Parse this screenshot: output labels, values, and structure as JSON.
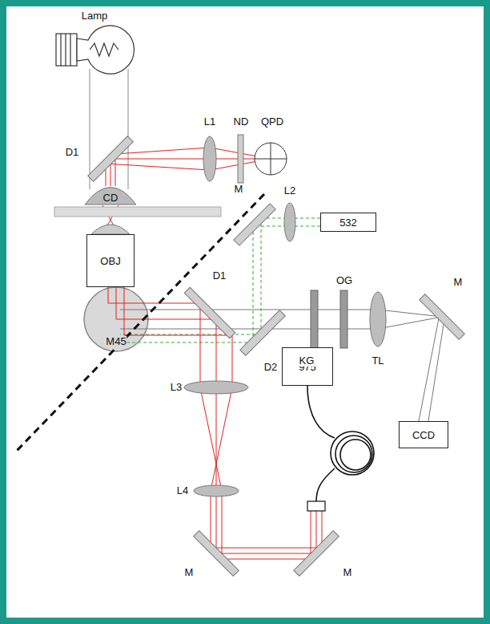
{
  "diagram": {
    "nodes": [
      {
        "text": [
          "532"
        ]
      },
      {
        "text": [
          "OBJ"
        ]
      },
      {
        "text": [
          "975"
        ]
      },
      {
        "text": [
          "CCD"
        ]
      }
    ],
    "labels": [
      "Lamp",
      "D1",
      "L1",
      "ND",
      "QPD",
      "CD",
      "M",
      "L2",
      "D1",
      "OG",
      "M",
      "M45",
      "KG",
      "TL",
      "D2",
      "L3",
      "L4",
      "M",
      "M"
    ]
  }
}
